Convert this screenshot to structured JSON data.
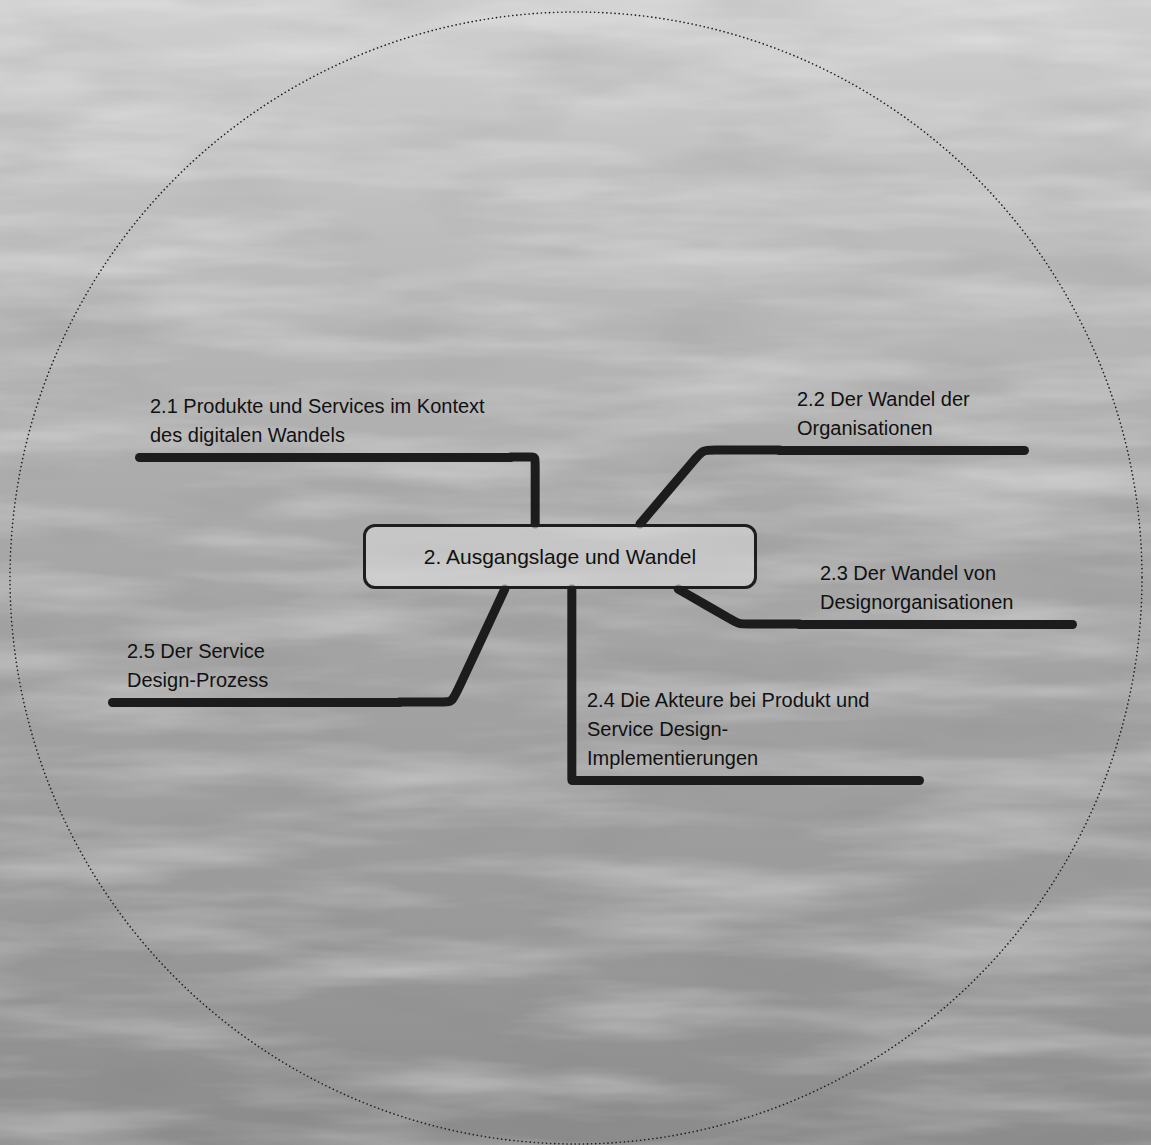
{
  "diagram": {
    "nodes": [
      {
        "text": [
          "2. Ausgangslage und Wandel"
        ]
      },
      {
        "text": [
          "2.1 Produkte und Services im Kontext des digitalen Wandels"
        ]
      },
      {
        "text": [
          "2.2 Der Wandel der Organisationen"
        ]
      },
      {
        "text": [
          "2.3 Der Wandel von Designorganisationen"
        ]
      },
      {
        "text": [
          "2.4 Die Akteure bei Produkt und Service Design-Implementierungen"
        ]
      },
      {
        "text": [
          "2.5 Der Service Design-Prozess"
        ]
      }
    ],
    "edges": [
      {
        "from": 0,
        "to": 1,
        "arrow": "none"
      },
      {
        "from": 0,
        "to": 2,
        "arrow": "none"
      },
      {
        "from": 0,
        "to": 3,
        "arrow": "none"
      },
      {
        "from": 0,
        "to": 4,
        "arrow": "none"
      },
      {
        "from": 0,
        "to": 5,
        "arrow": "none"
      }
    ]
  }
}
